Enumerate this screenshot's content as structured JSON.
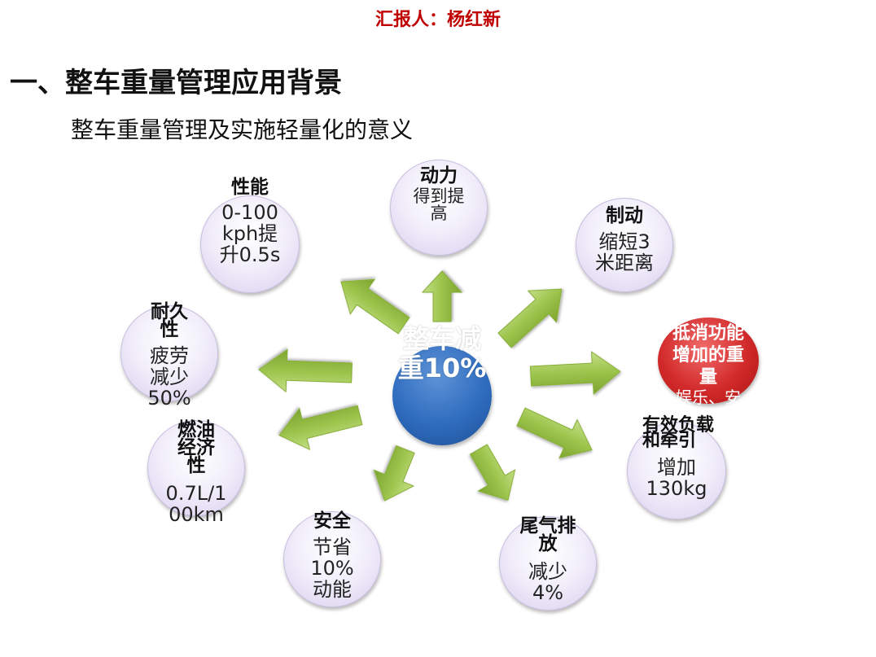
{
  "header": {
    "reporter": "汇报人：杨红新"
  },
  "slide": {
    "title": "一、整车重量管理应用背景",
    "subtitle": "整车重量管理及实施轻量化的意义"
  },
  "center": {
    "text": "整车减重10%"
  },
  "nodes": {
    "power": {
      "head": "动力",
      "body": "得到提高"
    },
    "performance": {
      "head": "性能",
      "body": "0-100kph提升0.5s"
    },
    "braking": {
      "head": "制动",
      "body": "缩短3米距离"
    },
    "durability": {
      "head": "耐久性",
      "body": "疲劳减少50%"
    },
    "offset": {
      "head": "抵消功能增加的重量",
      "body": "娱乐、安全、环保"
    },
    "fuel": {
      "head": "燃油经济性",
      "body": "0.7L/100km"
    },
    "payload": {
      "head": "有效负载和牵引",
      "body": "增加130kg"
    },
    "safety": {
      "head": "安全",
      "body": "节省10%动能"
    },
    "emission": {
      "head": "尾气排放",
      "body": "减少4%"
    }
  },
  "colors": {
    "reporter": "#c00000",
    "center_circle": "#2f6cbf",
    "highlight_circle": "#d22a2a",
    "arrow_green": "#9bc34a",
    "node_fill": "#e6def5"
  }
}
